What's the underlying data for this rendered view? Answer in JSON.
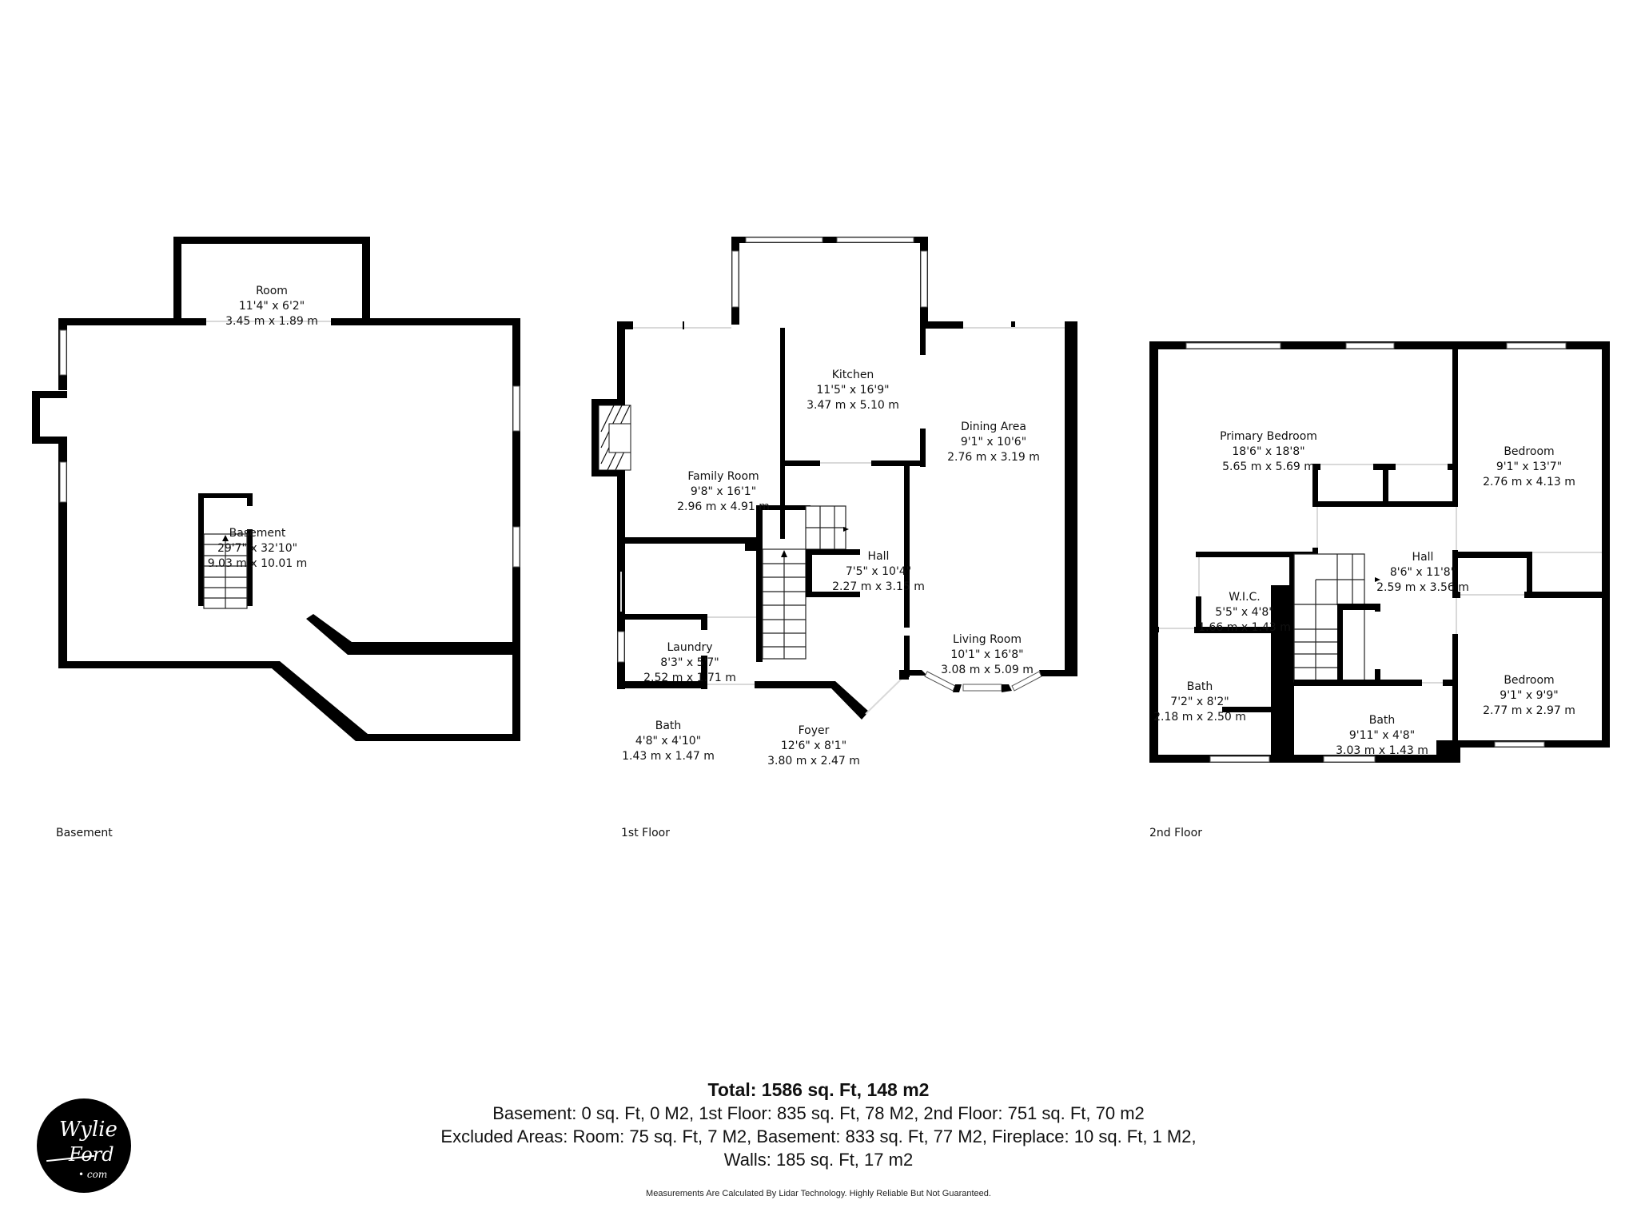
{
  "floors": {
    "basement": {
      "label": "Basement",
      "rooms": {
        "room": {
          "name": "Room",
          "imperial": "11'4\" x 6'2\"",
          "metric": "3.45 m x 1.89 m"
        },
        "basement": {
          "name": "Basement",
          "imperial": "29'7\" x 32'10\"",
          "metric": "9.03 m x 10.01 m"
        }
      }
    },
    "first": {
      "label": "1st Floor",
      "rooms": {
        "kitchen": {
          "name": "Kitchen",
          "imperial": "11'5\" x 16'9\"",
          "metric": "3.47 m x 5.10 m"
        },
        "dining": {
          "name": "Dining Area",
          "imperial": "9'1\" x 10'6\"",
          "metric": "2.76 m x 3.19 m"
        },
        "family": {
          "name": "Family Room",
          "imperial": "9'8\" x 16'1\"",
          "metric": "2.96 m x 4.91 m"
        },
        "hall": {
          "name": "Hall",
          "imperial": "7'5\" x 10'4\"",
          "metric": "2.27 m x 3.15 m"
        },
        "living": {
          "name": "Living Room",
          "imperial": "10'1\" x 16'8\"",
          "metric": "3.08 m x 5.09 m"
        },
        "laundry": {
          "name": "Laundry",
          "imperial": "8'3\" x 5'7\"",
          "metric": "2.52 m x 1.71 m"
        },
        "bath": {
          "name": "Bath",
          "imperial": "4'8\" x 4'10\"",
          "metric": "1.43 m x 1.47 m"
        },
        "foyer": {
          "name": "Foyer",
          "imperial": "12'6\" x 8'1\"",
          "metric": "3.80 m x 2.47 m"
        }
      }
    },
    "second": {
      "label": "2nd Floor",
      "rooms": {
        "primary": {
          "name": "Primary Bedroom",
          "imperial": "18'6\" x 18'8\"",
          "metric": "5.65 m x 5.69 m"
        },
        "bedroom1": {
          "name": "Bedroom",
          "imperial": "9'1\" x 13'7\"",
          "metric": "2.76 m x 4.13 m"
        },
        "hall": {
          "name": "Hall",
          "imperial": "8'6\" x 11'8\"",
          "metric": "2.59 m x 3.56 m"
        },
        "wic": {
          "name": "W.I.C.",
          "imperial": "5'5\" x 4'8\"",
          "metric": "1.66 m x 1.43 m"
        },
        "bath1": {
          "name": "Bath",
          "imperial": "7'2\" x 8'2\"",
          "metric": "2.18 m x 2.50 m"
        },
        "bath2": {
          "name": "Bath",
          "imperial": "9'11\" x 4'8\"",
          "metric": "3.03 m x 1.43 m"
        },
        "bedroom2": {
          "name": "Bedroom",
          "imperial": "9'1\" x 9'9\"",
          "metric": "2.77 m x 2.97 m"
        }
      }
    }
  },
  "summary": {
    "total": "Total: 1586 sq. Ft, 148 m2",
    "floors_line": "Basement: 0 sq. Ft, 0 M2, 1st Floor: 835 sq. Ft, 78 M2, 2nd Floor: 751 sq. Ft, 70 m2",
    "excluded_line": "Excluded Areas: Room: 75 sq. Ft, 7 M2, Basement: 833 sq. Ft, 77 M2, Fireplace: 10 sq. Ft, 1 M2,",
    "walls_line": "Walls: 185 sq. Ft, 17 m2",
    "disclaimer": "Measurements Are Calculated By Lidar Technology. Highly Reliable But Not Guaranteed."
  },
  "logo": {
    "line1": "Wylie",
    "line2": "Ford",
    "line3": "• com"
  },
  "colors": {
    "wall": "#000000",
    "background": "#ffffff",
    "window_stroke": "#555555"
  }
}
